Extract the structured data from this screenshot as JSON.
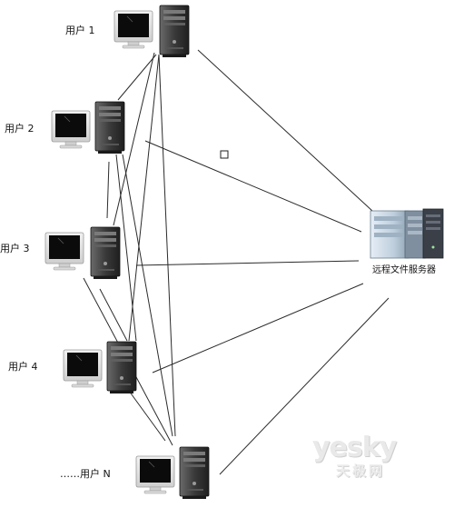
{
  "nodes": {
    "user1": {
      "label": "用户 1"
    },
    "user2": {
      "label": "用户 2"
    },
    "user3": {
      "label": "用户 3"
    },
    "user4": {
      "label": "用户 4"
    },
    "userN": {
      "label": "……用户 N"
    },
    "server": {
      "label": "远程文件服务器"
    }
  },
  "watermark": {
    "brand": "yesky",
    "brand_cn": "天极网"
  },
  "colors": {
    "line": "#2b2b2b",
    "monitor_screen": "#0b0b0b",
    "monitor_bezel": "#d9d9d9",
    "tower": "#3a3a3a",
    "server_body": "#c9d6e2"
  }
}
